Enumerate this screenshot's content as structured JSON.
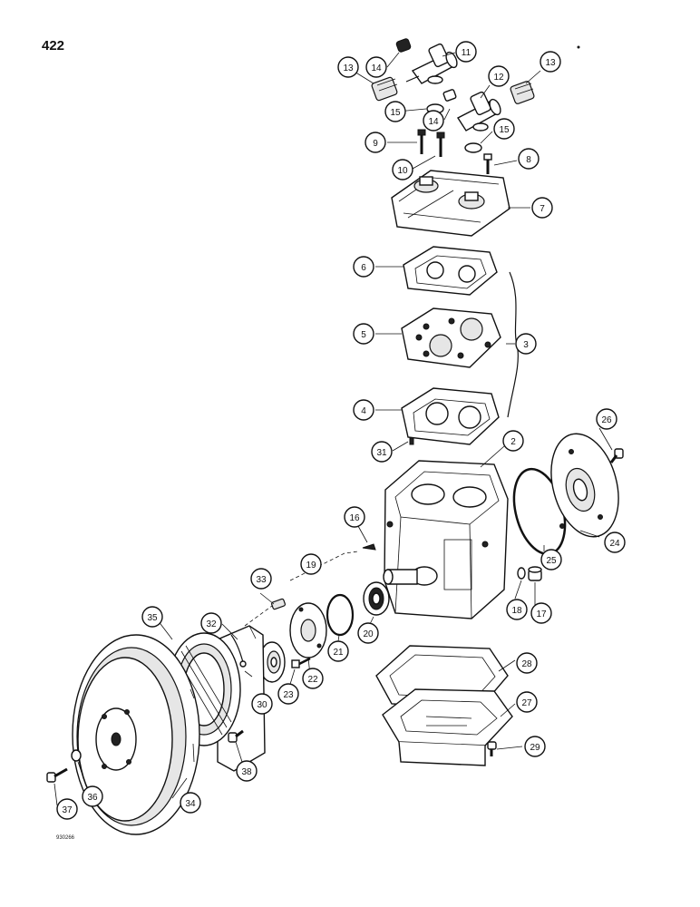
{
  "page_number": "422",
  "figure_code": "930266",
  "callouts": [
    {
      "id": "c1",
      "label": "2"
    },
    {
      "id": "c2",
      "label": "3"
    },
    {
      "id": "c3",
      "label": "4"
    },
    {
      "id": "c4",
      "label": "5"
    },
    {
      "id": "c5",
      "label": "6"
    },
    {
      "id": "c6",
      "label": "7"
    },
    {
      "id": "c7",
      "label": "8"
    },
    {
      "id": "c8",
      "label": "9"
    },
    {
      "id": "c9",
      "label": "10"
    },
    {
      "id": "c10",
      "label": "11"
    },
    {
      "id": "c11",
      "label": "12"
    },
    {
      "id": "c12",
      "label": "13"
    },
    {
      "id": "c13",
      "label": "13"
    },
    {
      "id": "c14",
      "label": "14"
    },
    {
      "id": "c15",
      "label": "14"
    },
    {
      "id": "c16",
      "label": "15"
    },
    {
      "id": "c17",
      "label": "15"
    },
    {
      "id": "c18",
      "label": "16"
    },
    {
      "id": "c19",
      "label": "17"
    },
    {
      "id": "c20",
      "label": "18"
    },
    {
      "id": "c21",
      "label": "19"
    },
    {
      "id": "c22",
      "label": "20"
    },
    {
      "id": "c23",
      "label": "21"
    },
    {
      "id": "c24",
      "label": "22"
    },
    {
      "id": "c25",
      "label": "23"
    },
    {
      "id": "c26",
      "label": "24"
    },
    {
      "id": "c27",
      "label": "25"
    },
    {
      "id": "c28",
      "label": "26"
    },
    {
      "id": "c29",
      "label": "27"
    },
    {
      "id": "c30",
      "label": "28"
    },
    {
      "id": "c31",
      "label": "29"
    },
    {
      "id": "c32",
      "label": "30"
    },
    {
      "id": "c33",
      "label": "31"
    },
    {
      "id": "c34",
      "label": "32"
    },
    {
      "id": "c35",
      "label": "33"
    },
    {
      "id": "c36",
      "label": "34"
    },
    {
      "id": "c37",
      "label": "35"
    },
    {
      "id": "c38",
      "label": "36"
    },
    {
      "id": "c39",
      "label": "37"
    },
    {
      "id": "c40",
      "label": "38"
    }
  ],
  "colors": {
    "ink": "#111111",
    "paper": "#ffffff"
  }
}
